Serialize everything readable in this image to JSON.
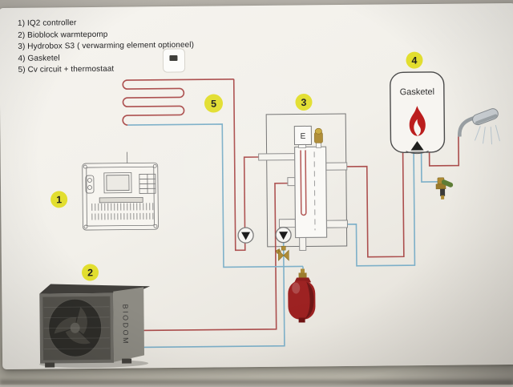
{
  "legend": {
    "items": [
      {
        "label": "1) IQ2 controller"
      },
      {
        "label": "2) Bioblock warmtepomp"
      },
      {
        "label": "3) Hydrobox S3 ( verwarming element optioneel)"
      },
      {
        "label": "4) Gasketel"
      },
      {
        "label": "5) Cv circuit + thermostaat"
      }
    ]
  },
  "badges": [
    "1",
    "2",
    "3",
    "4",
    "5"
  ],
  "components": {
    "boiler": {
      "label": "Gasketel"
    },
    "hydrobox": {
      "element_label": "E"
    },
    "heat_pump": {
      "brand": "BIODOM"
    }
  },
  "colors": {
    "pipe_hot": "#ab4d4c",
    "pipe_cold": "#7cafc8",
    "badge": "#e2de2f",
    "badge_text": "#1f1f1f",
    "flame": "#bb1c1c",
    "vessel": "#9c2020",
    "brass": "#ad8a33",
    "valve_green": "#5e7d36",
    "outline": "#707070",
    "hp_front": "#6e6c66",
    "hp_frame": "#55534d",
    "hp_side": "#8d8b83",
    "hp_top": "#413f3b",
    "fan_dark": "#2e2d29"
  }
}
